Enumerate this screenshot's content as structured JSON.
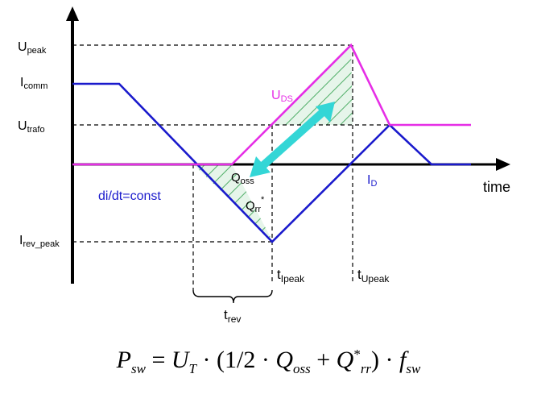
{
  "labels": {
    "u_peak": "U",
    "u_peak_sub": "peak",
    "i_comm": "I",
    "i_comm_sub": "comm",
    "u_trafo": "U",
    "u_trafo_sub": "trafo",
    "i_rev_peak": "I",
    "i_rev_peak_sub": "rev_peak",
    "time": "time",
    "uds": "U",
    "uds_sub": "DS",
    "id": "I",
    "id_sub": "D",
    "didt": "di/dt=const",
    "qoss": "Q",
    "qoss_sub": "oss",
    "qrr": "Q",
    "qrr_sub": "rr",
    "qrr_sup": "*",
    "t_ipeak": "t",
    "t_ipeak_sub": "Ipeak",
    "t_upeak": "t",
    "t_upeak_sub": "Upeak",
    "t_rev": "t",
    "t_rev_sub": "rev"
  },
  "formula": {
    "p": "P",
    "p_sub": "sw",
    "eq": " = ",
    "u": "U",
    "u_sub": "T",
    "dot1": " · (1/2 · ",
    "q1": "Q",
    "q1_sub": "oss",
    "plus": " + ",
    "q2": "Q",
    "q2_sub": "rr",
    "q2_sup": "*",
    "close": ") · ",
    "f": "f",
    "f_sub": "sw"
  },
  "colors": {
    "current": "#1a1acc",
    "voltage": "#e62ee6",
    "hatch": "#2e9e4a",
    "arrow": "#33d6d6"
  }
}
